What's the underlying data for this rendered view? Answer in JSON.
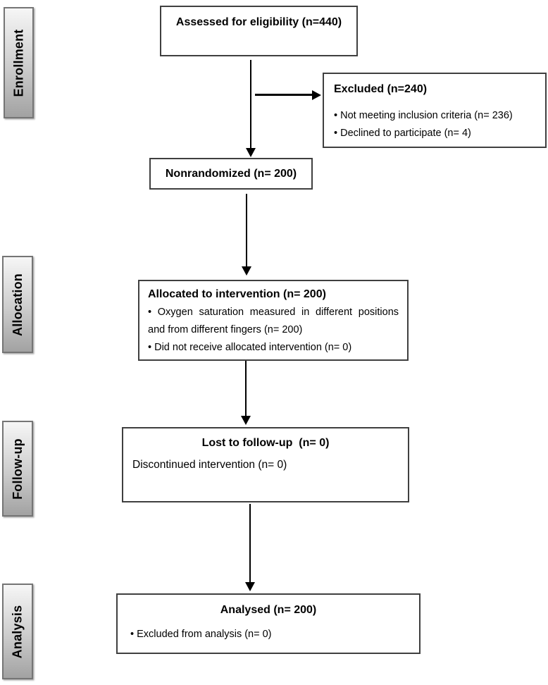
{
  "stages": [
    {
      "label": "Enrollment"
    },
    {
      "label": "Allocation"
    },
    {
      "label": "Follow-up"
    },
    {
      "label": "Analysis"
    }
  ],
  "boxes": {
    "assessed": {
      "title": "Assessed for eligibility (n=440)"
    },
    "excluded": {
      "title": "Excluded (n=240)",
      "items": [
        "Not meeting inclusion criteria (n= 236)",
        "Declined to participate (n= 4)"
      ]
    },
    "nonrandomized": {
      "title": "Nonrandomized (n= 200)"
    },
    "allocated": {
      "title": "Allocated to intervention (n= 200)",
      "items": [
        "Oxygen saturation measured in different positions and from different fingers (n= 200)",
        "Did not receive allocated intervention (n= 0)"
      ]
    },
    "followup": {
      "title": "Lost to follow-up  (n= 0)",
      "note": "Discontinued intervention (n= 0)"
    },
    "analysed": {
      "title": "Analysed (n= 200)",
      "items": [
        "Excluded from analysis (n= 0)"
      ]
    }
  },
  "colors": {
    "box_border": "#3f3f3f",
    "stage_border": "#757575",
    "stage_gradient_top": "#f6f6f6",
    "stage_gradient_bottom": "#a2a2a2",
    "arrow": "#000000",
    "text": "#000000",
    "background": "#ffffff"
  }
}
